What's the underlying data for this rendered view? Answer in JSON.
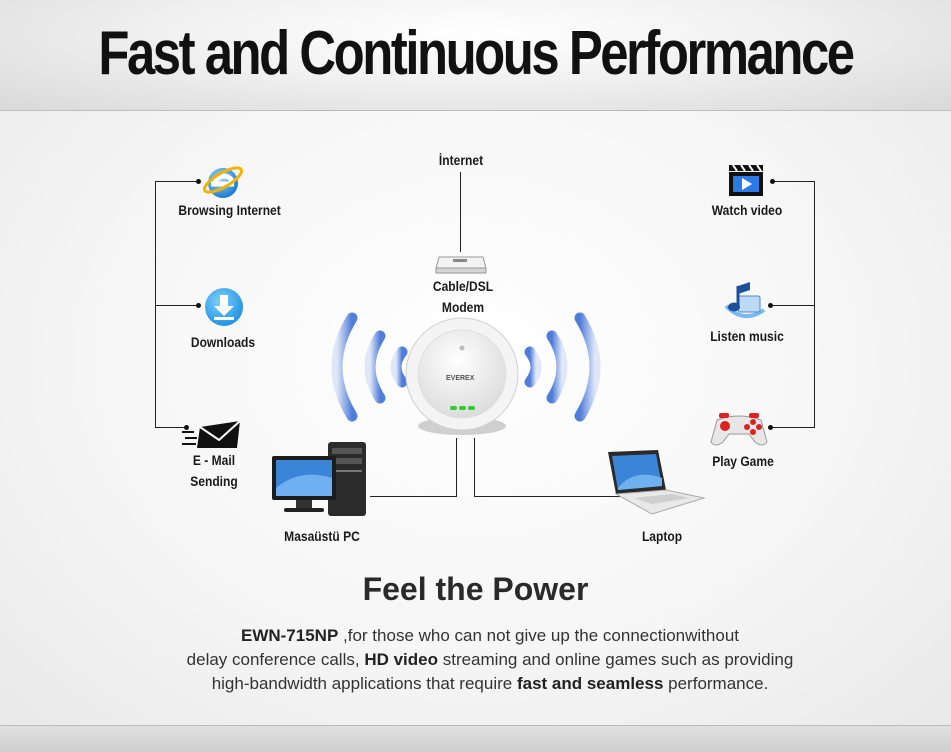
{
  "header": {
    "title": "Fast and Continuous Performance"
  },
  "diagram": {
    "left": {
      "browsing": "Browsing Internet",
      "downloads": "Downloads",
      "email_line1": "E - Mail",
      "email_line2": "Sending"
    },
    "right": {
      "watch": "Watch video",
      "music": "Listen music",
      "game": "Play Game"
    },
    "center": {
      "internet": "İnternet",
      "modem_line1": "Cable/DSL",
      "modem_line2": "Modem",
      "device_brand": "EVEREX"
    },
    "bottom": {
      "pc": "Masaüstü PC",
      "laptop": "Laptop"
    }
  },
  "content": {
    "headline": "Feel the Power",
    "model": "EWN-715NP",
    "p1": " ,for those who can not give up the connectionwithout",
    "p2": "delay conference calls, ",
    "hd": "HD video",
    "p3": " streaming and online games such as providing",
    "p4": "high-bandwidth applications that require ",
    "fast": "fast and seamless",
    "p5": " performance."
  },
  "colors": {
    "wave": "#3d6fd6",
    "status_led": "#33cc33",
    "ie_blue": "#1f7ad1",
    "download_blue": "#1e8fe0"
  }
}
